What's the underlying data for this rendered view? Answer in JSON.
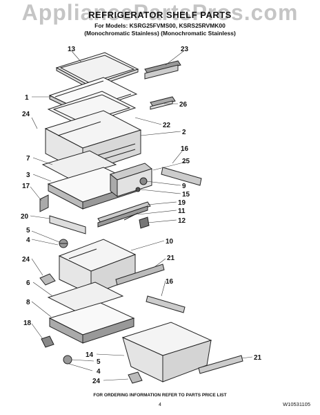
{
  "watermark": "AppliancePartsPros.com",
  "header": {
    "title": "REFRIGERATOR SHELF PARTS",
    "models": "For Models: KSRG25FVMS00, KSRS25RVMK00",
    "variants": "(Monochromatic Stainless)   (Monochromatic Stainless)"
  },
  "callouts": {
    "c13": "13",
    "c23": "23",
    "c1": "1",
    "c26": "26",
    "c24a": "24",
    "c22": "22",
    "c2": "2",
    "c7": "7",
    "c16a": "16",
    "c25": "25",
    "c3": "3",
    "c9": "9",
    "c15": "15",
    "c17": "17",
    "c19": "19",
    "c20": "20",
    "c11": "11",
    "c12": "12",
    "c5a": "5",
    "c4a": "4",
    "c10": "10",
    "c24b": "24",
    "c21a": "21",
    "c6": "6",
    "c16b": "16",
    "c8": "8",
    "c18": "18",
    "c14": "14",
    "c5b": "5",
    "c4b": "4",
    "c21b": "21",
    "c24c": "24"
  },
  "footer": {
    "ordering_note": "FOR ORDERING INFORMATION REFER TO PARTS PRICE LIST",
    "page_number": "4",
    "document_number": "W10531105"
  }
}
